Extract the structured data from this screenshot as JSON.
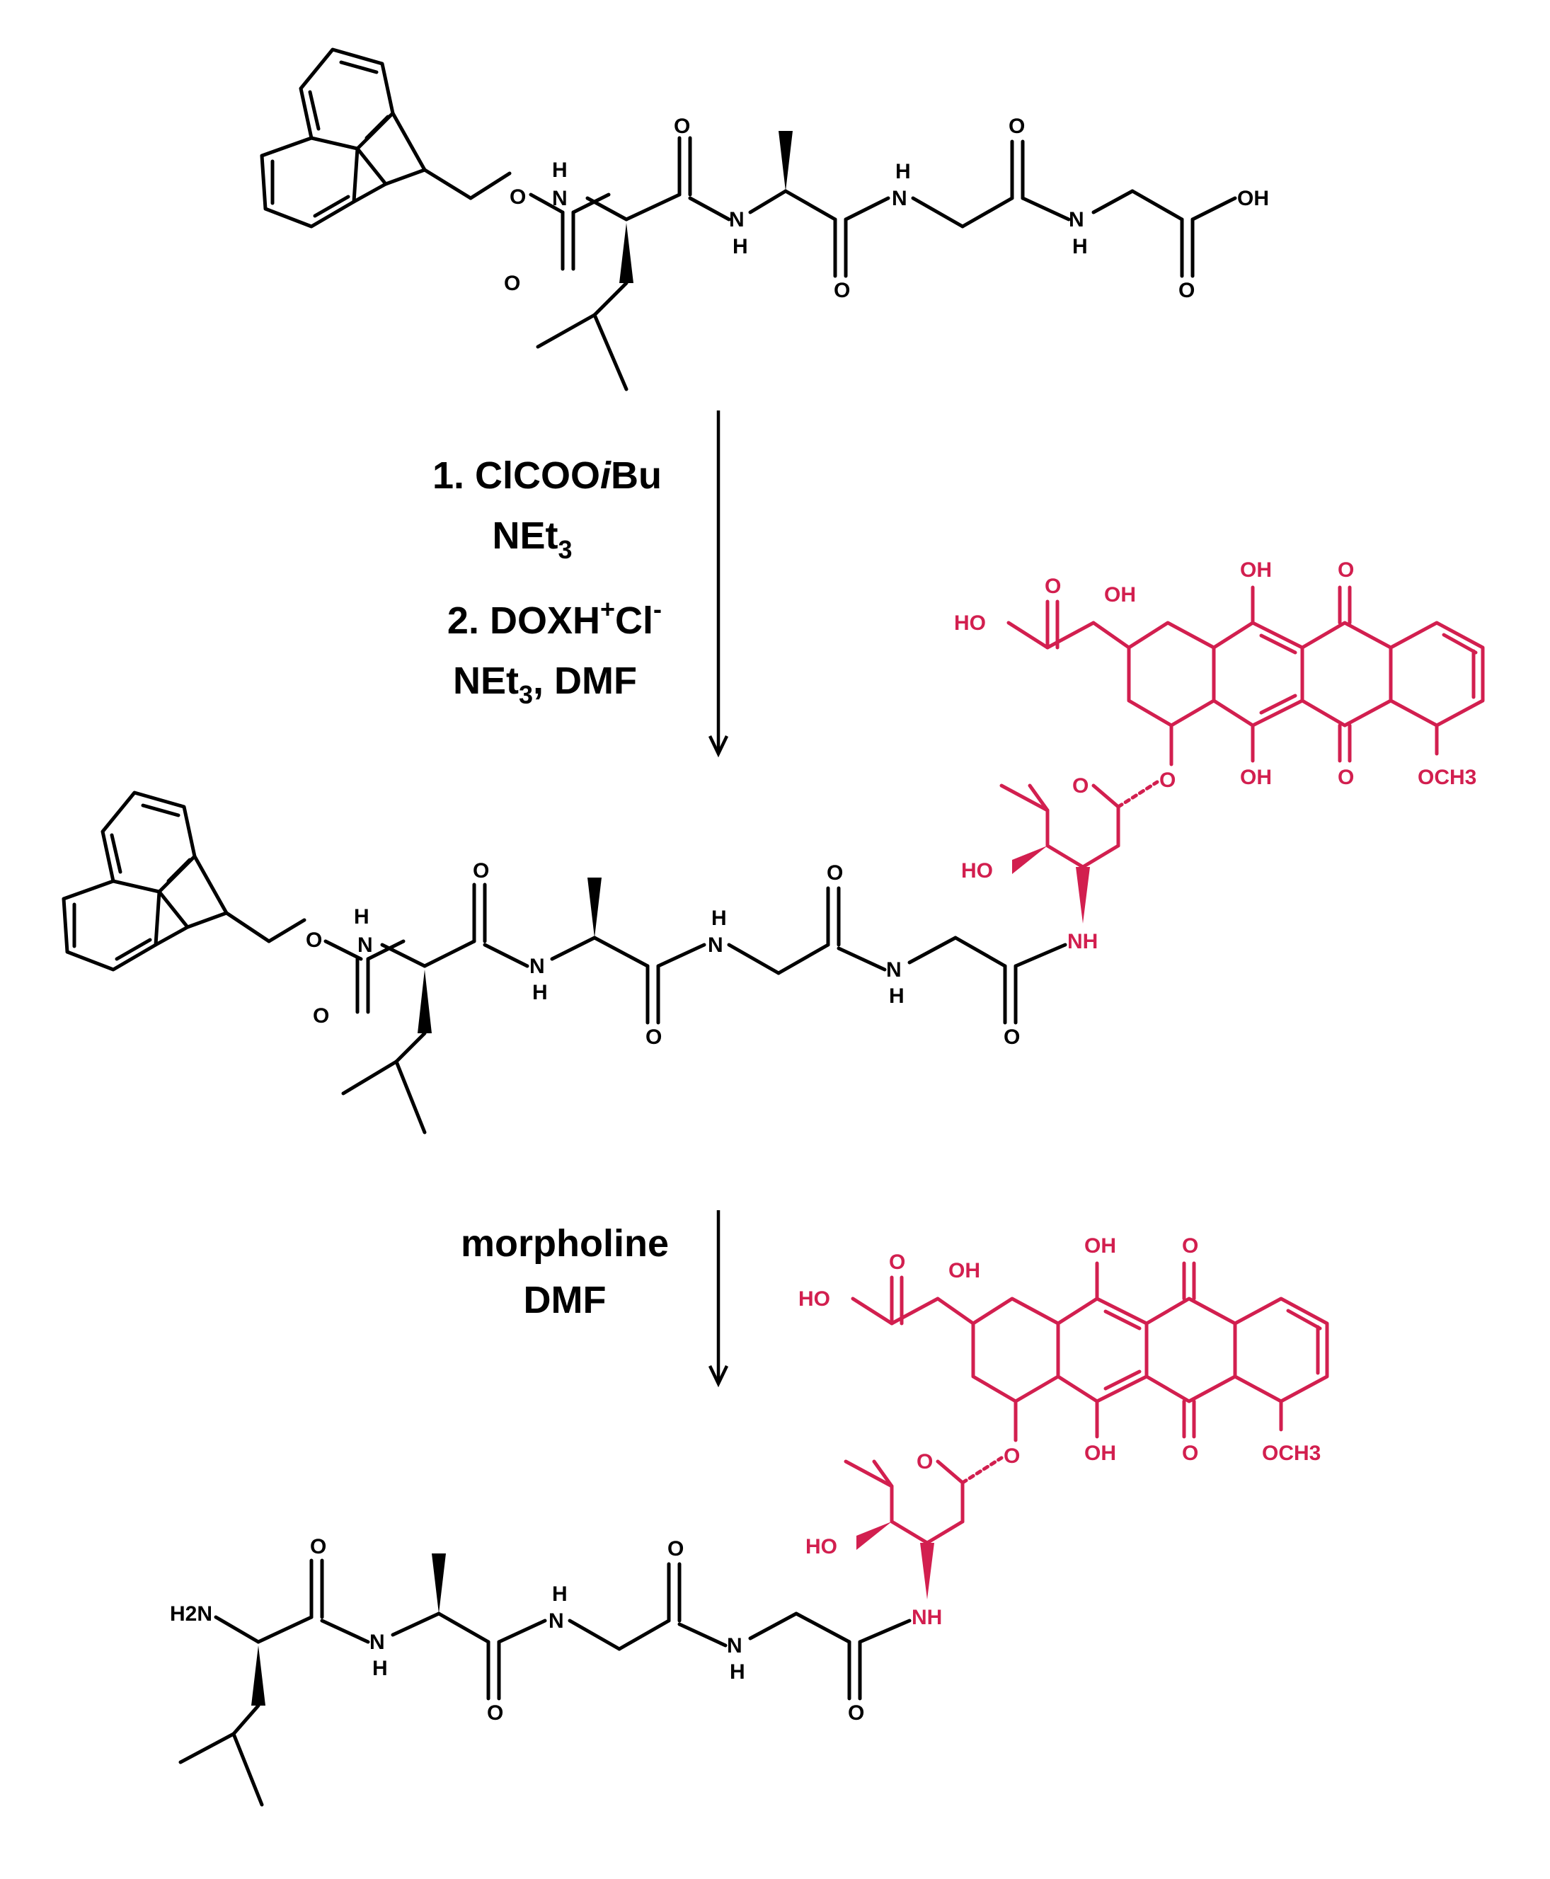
{
  "atoms": {
    "o": "O",
    "oh": "OH",
    "ho": "HO",
    "h": "H",
    "n": "N",
    "nh": "NH",
    "h2n": "H2N",
    "och3": "OCH3"
  },
  "step1": {
    "line1": "1. ClCOO",
    "line1_italic": "i",
    "line1_tail": "Bu",
    "line2_base": "NEt",
    "line2_sub": "3",
    "line3_base": "2. DOXH",
    "line3_sup": "+",
    "line3_mid": "Cl",
    "line3_sup2": "-",
    "line4_base": "NEt",
    "line4_sub": "3",
    "line4_tail": ", DMF"
  },
  "step2": {
    "line1": "morpholine",
    "line2": "DMF"
  },
  "colors": {
    "peptide": "#000000",
    "doxorubicin": "#d21f4f"
  }
}
